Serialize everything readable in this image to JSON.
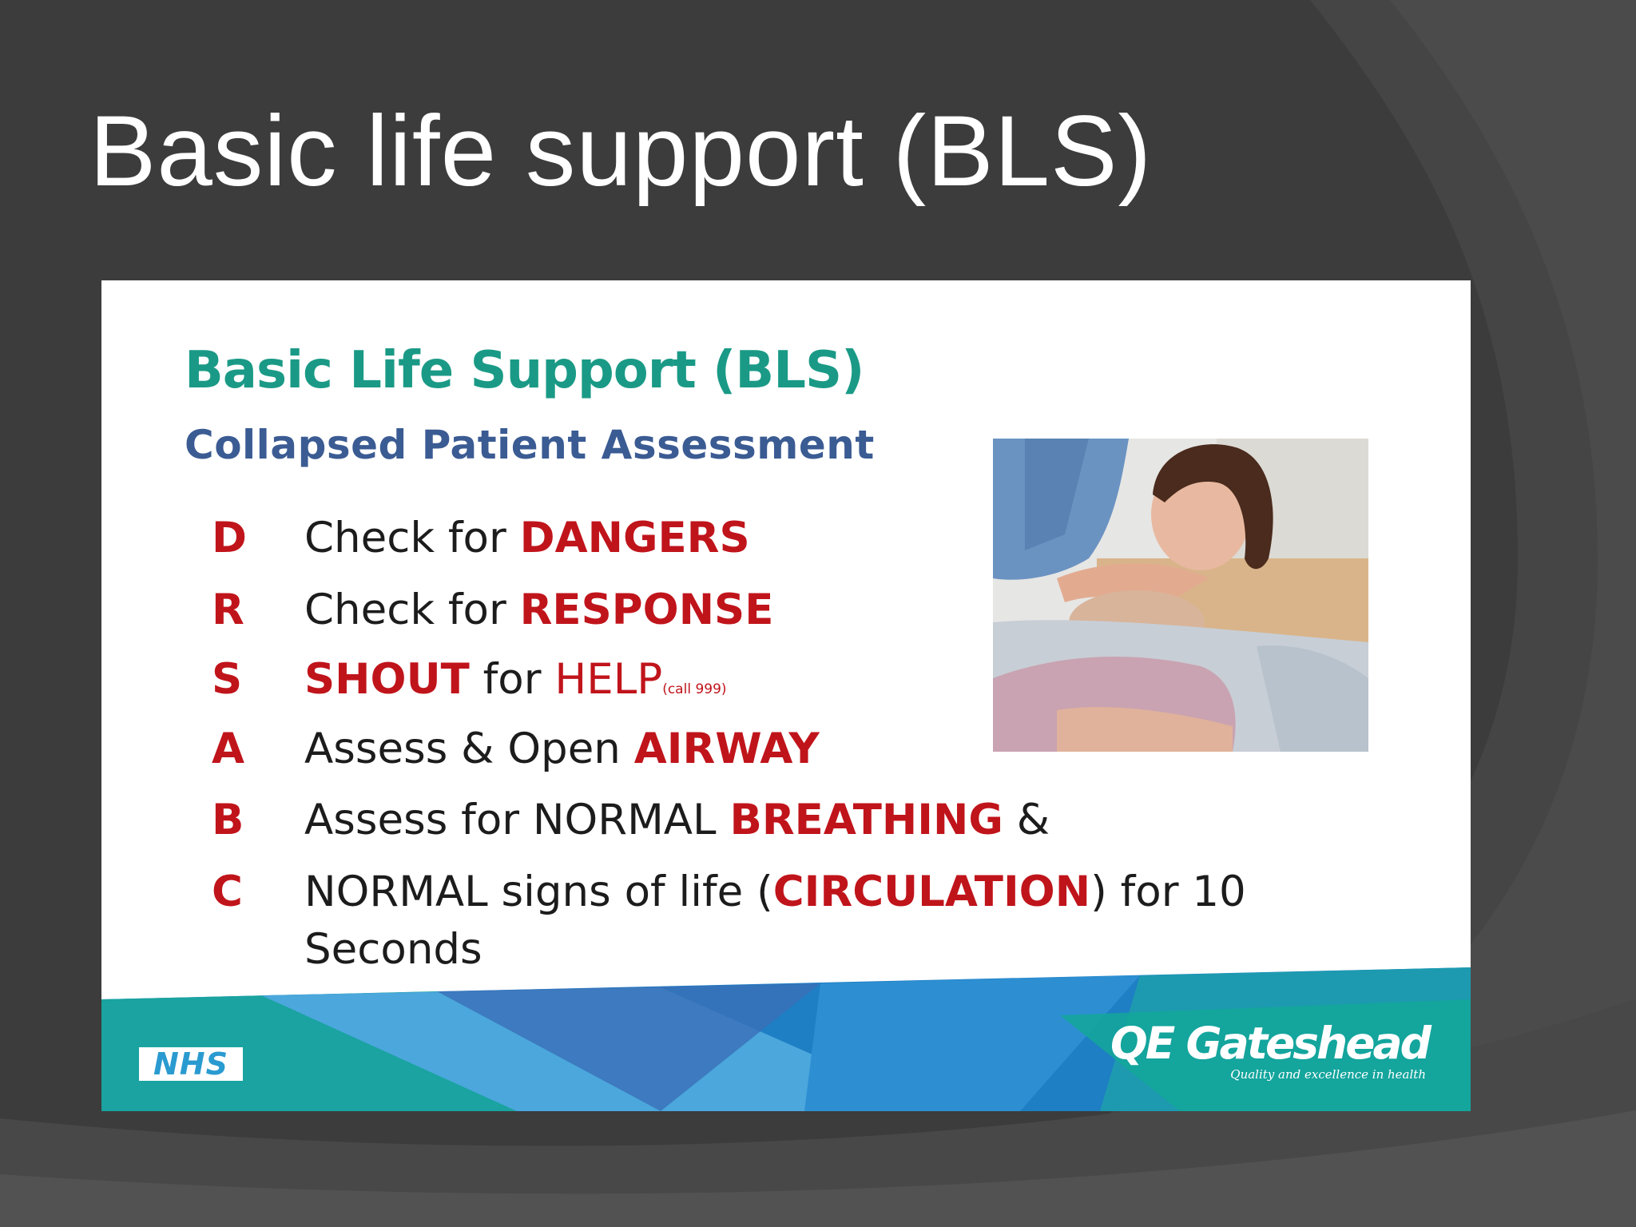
{
  "slide": {
    "title": "Basic life support (BLS)"
  },
  "card": {
    "title": "Basic Life Support (BLS)",
    "subtitle": "Collapsed Patient Assessment",
    "steps": [
      {
        "letter": "D",
        "prefix": "Check for ",
        "highlight": "DANGERS"
      },
      {
        "letter": "R",
        "prefix": "Check for ",
        "highlight": "RESPONSE"
      },
      {
        "letter": "S",
        "highlight": "SHOUT",
        "middle": " for ",
        "help": "HELP",
        "note": "(call 999)"
      },
      {
        "letter": "A",
        "prefix": "Assess & Open ",
        "highlight": "AIRWAY"
      },
      {
        "letter": "B",
        "prefix": "Assess for NORMAL ",
        "highlight": "BREATHING",
        "suffix": " &"
      },
      {
        "letter": "C",
        "prefix": "NORMAL signs of life (",
        "highlight": "CIRCULATION",
        "suffix": ") for 10",
        "line2": "Seconds"
      }
    ]
  },
  "footer": {
    "nhs_logo": "NHS",
    "brand_name": "QE Gateshead",
    "brand_tagline": "Quality and excellence in health"
  },
  "colors": {
    "background": "#3c3c3c",
    "title_green": "#1a9a86",
    "subtitle_blue": "#3b5b93",
    "emphasis_red": "#c0141b"
  }
}
